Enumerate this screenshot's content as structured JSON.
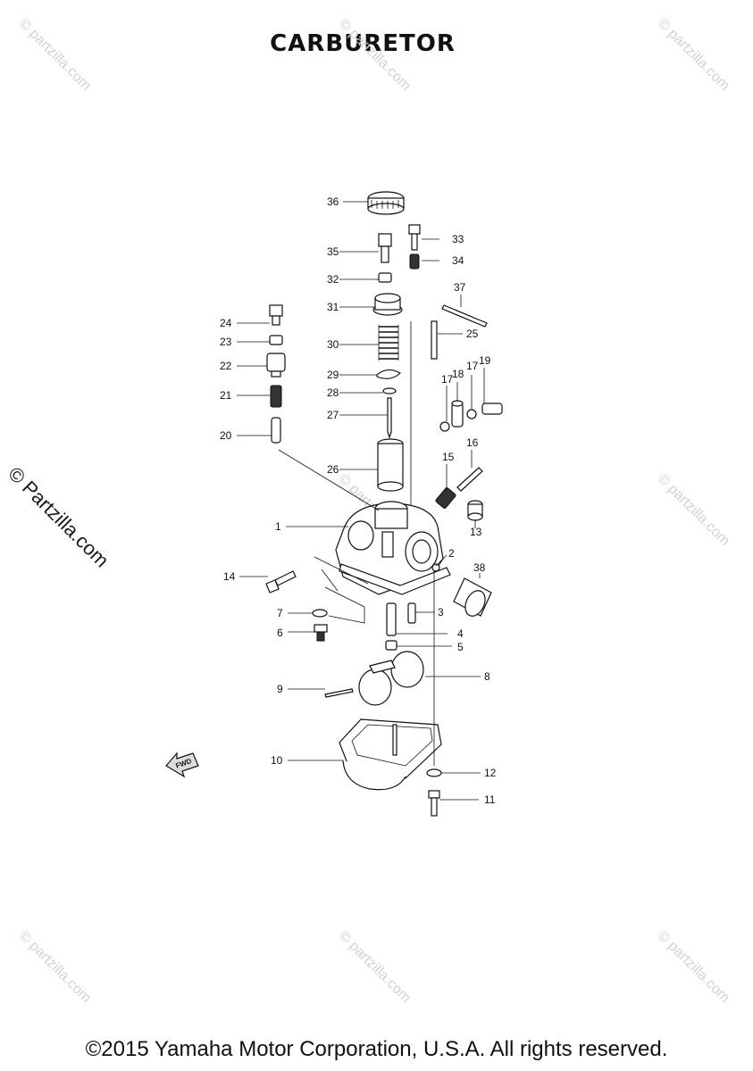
{
  "title": "CARBURETOR",
  "footer": "©2015 Yamaha Motor Corporation, U.S.A. All rights reserved.",
  "watermark": {
    "main": "© Partzilla.com",
    "faint": "© partzilla.com"
  },
  "fwd_label": "FWD",
  "callouts": [
    "1",
    "2",
    "3",
    "4",
    "5",
    "6",
    "7",
    "8",
    "9",
    "10",
    "11",
    "12",
    "13",
    "14",
    "15",
    "16",
    "17",
    "18",
    "19",
    "20",
    "21",
    "22",
    "23",
    "24",
    "25",
    "26",
    "27",
    "28",
    "29",
    "30",
    "31",
    "32",
    "33",
    "34",
    "35",
    "36",
    "37",
    "38"
  ],
  "callout_17_b": "17"
}
